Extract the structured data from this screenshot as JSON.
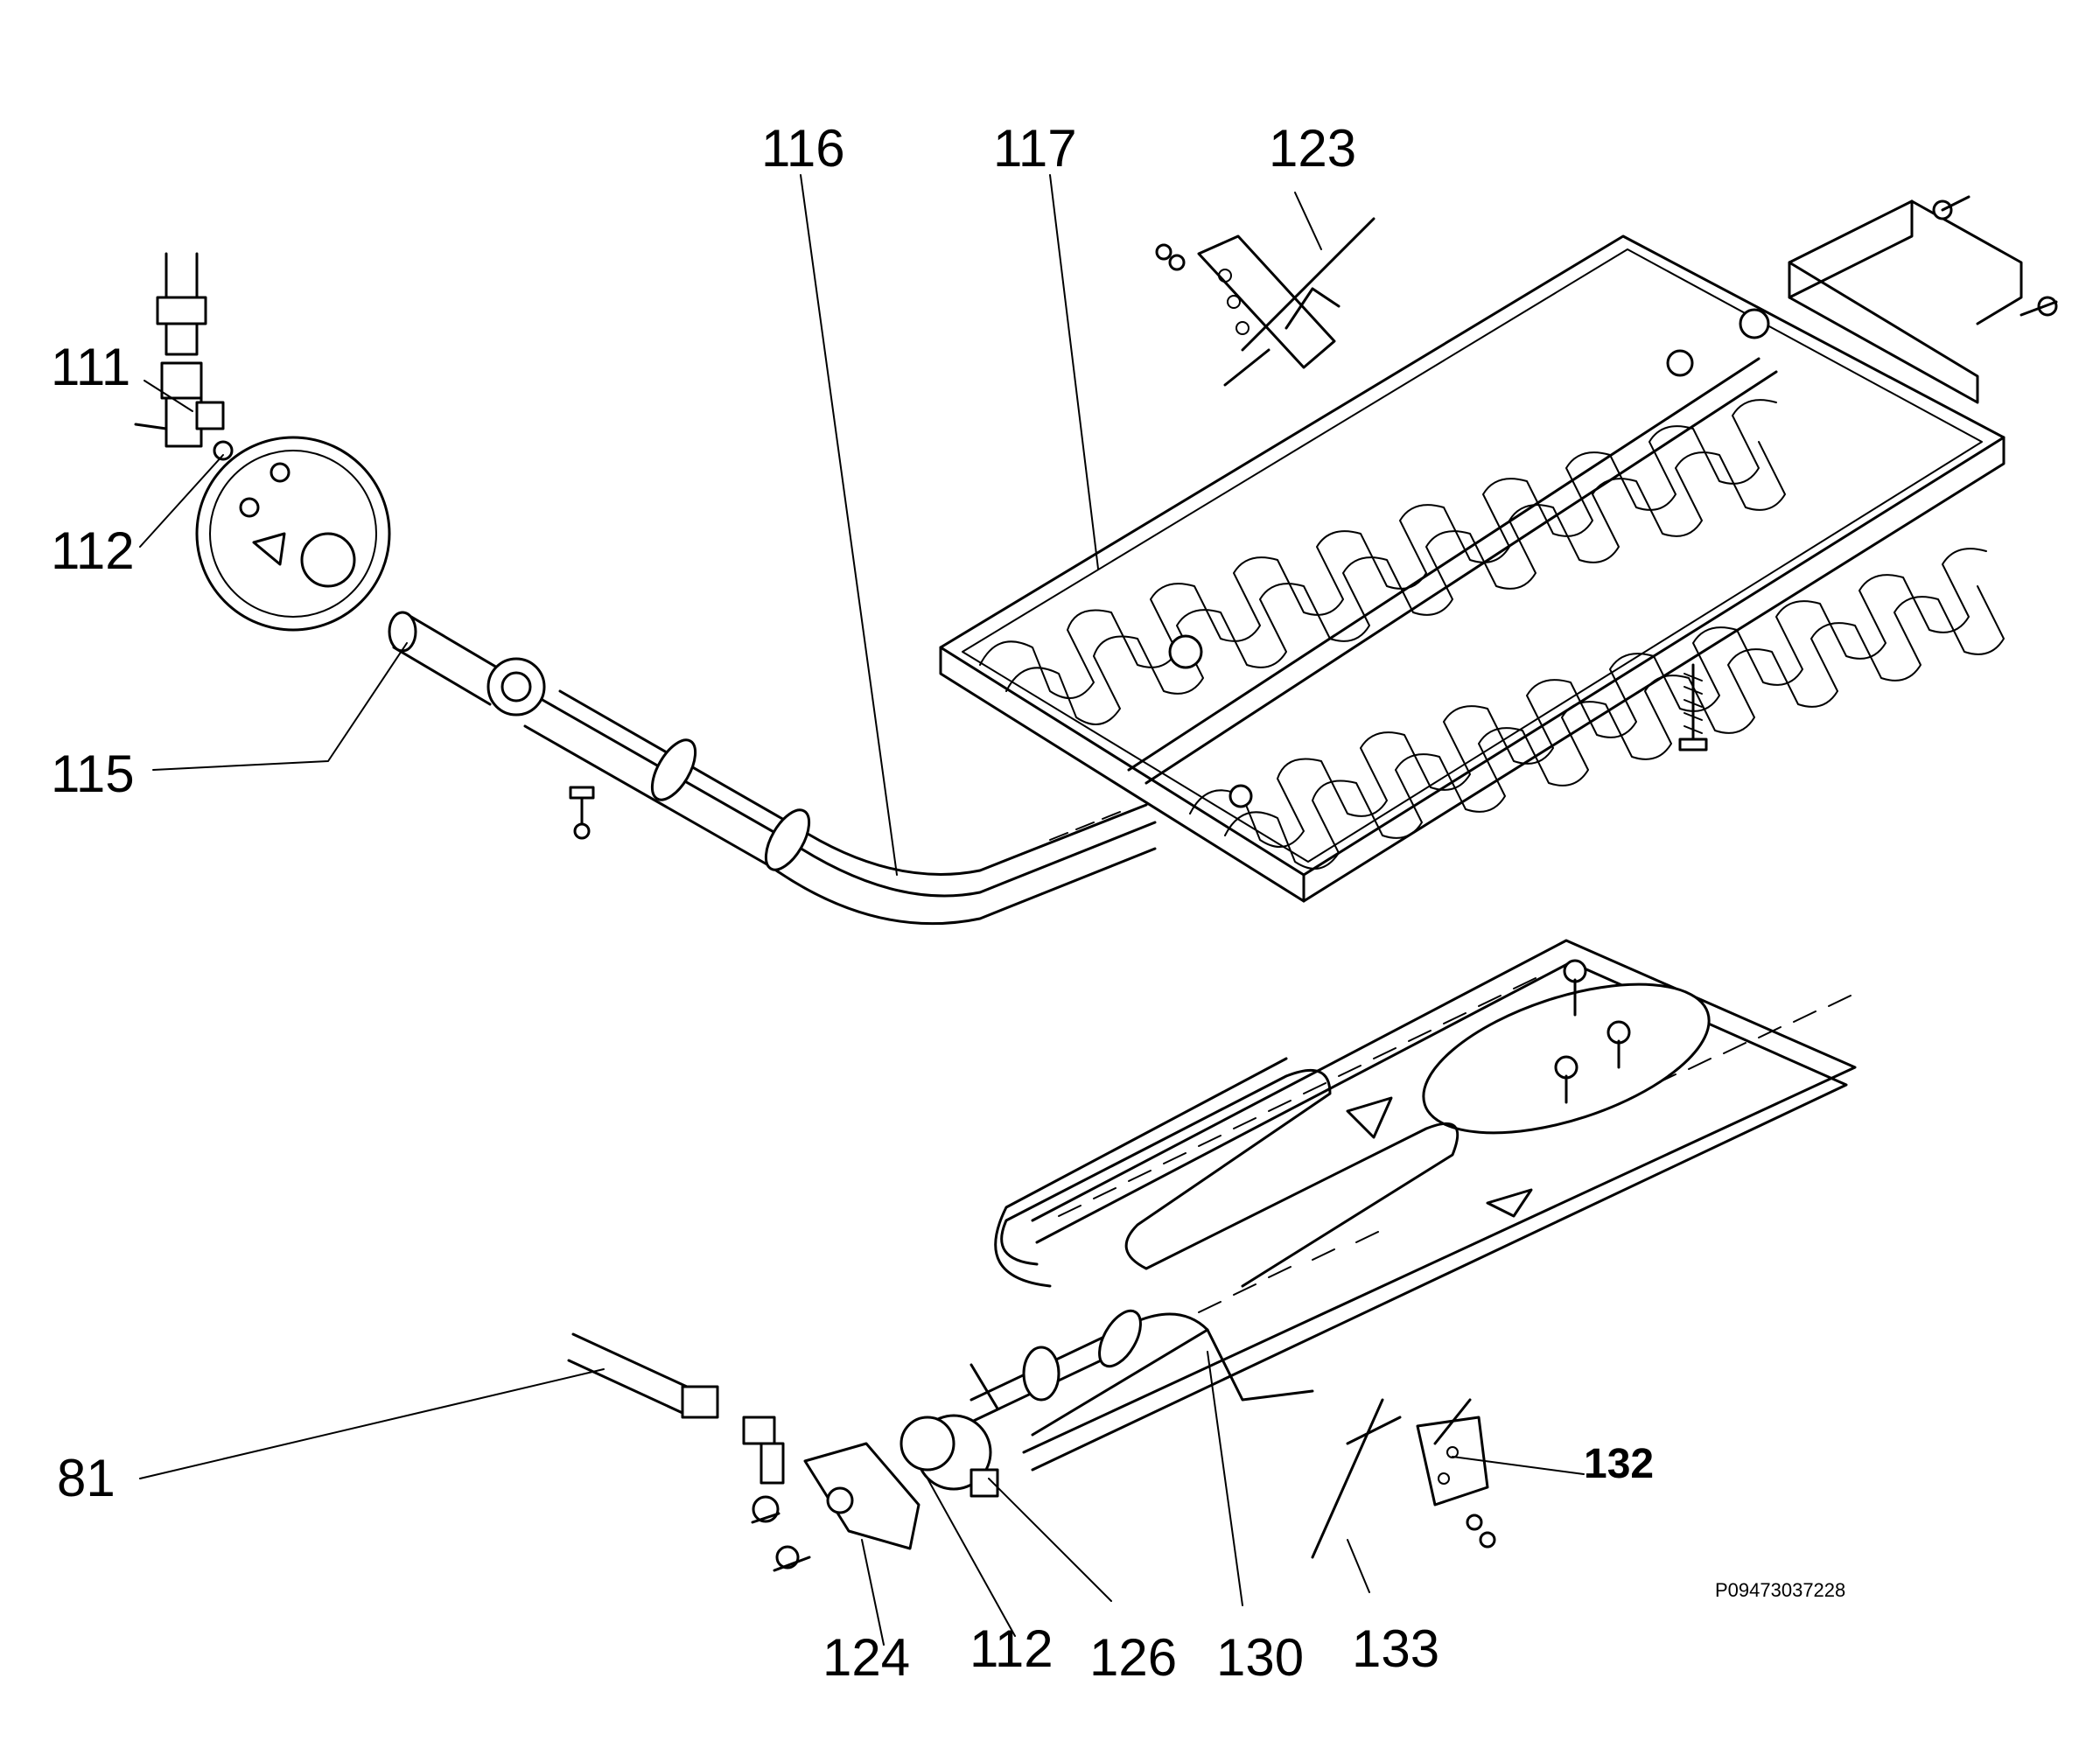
{
  "labels": {
    "l81": "81",
    "l111": "111",
    "l112_top": "112",
    "l112_bottom": "112",
    "l115": "115",
    "l116": "116",
    "l117": "117",
    "l123": "123",
    "l124": "124",
    "l126": "126",
    "l130": "130",
    "l132": "132",
    "l133": "133"
  },
  "drawing_code": "P09473037228"
}
